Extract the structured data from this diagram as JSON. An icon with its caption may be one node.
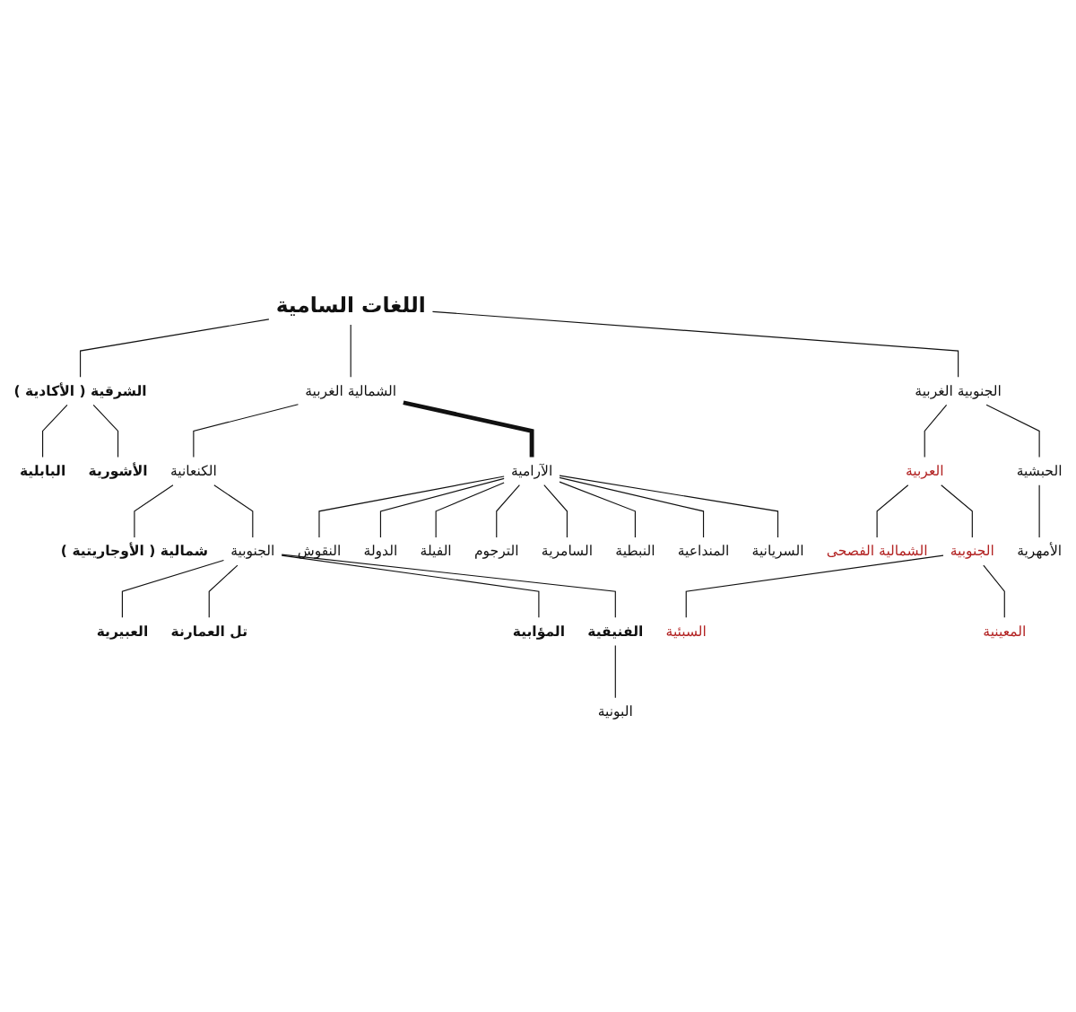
{
  "diagram": {
    "nodes": [
      {
        "text": [
          "اللغات السامية"
        ]
      },
      {
        "text": [
          "الشرقية ( الأكادية )"
        ]
      },
      {
        "text": [
          "الشمالية الغربية"
        ]
      },
      {
        "text": [
          "الجنوبية الغربية"
        ]
      },
      {
        "text": [
          "البابلية"
        ]
      },
      {
        "text": [
          "الأشورية"
        ]
      },
      {
        "text": [
          "الكنعانية"
        ]
      },
      {
        "text": [
          "العربية"
        ]
      },
      {
        "text": [
          "الحبشية"
        ]
      },
      {
        "text": [
          "شمالية ( الأوجاريتية )"
        ]
      },
      {
        "text": [
          "الجنوبية"
        ]
      },
      {
        "text": [
          "الأمهرية"
        ]
      },
      {
        "text": [
          "الشمالية الفصحى"
        ]
      },
      {
        "text": [
          "الجنوبية"
        ]
      },
      {
        "text": [
          "العبيرية"
        ]
      },
      {
        "text": [
          "تل العمارنة"
        ]
      },
      {
        "text": [
          "المؤابية"
        ]
      },
      {
        "text": [
          "الفنيقية"
        ]
      },
      {
        "text": [
          "المعينية"
        ]
      },
      {
        "text": [
          "السبئية"
        ]
      },
      {
        "text": [
          "البونية"
        ]
      },
      {
        "text": [
          "الآرامية"
        ]
      },
      {
        "text": [
          "النقوش"
        ]
      },
      {
        "text": [
          "الدولة"
        ]
      },
      {
        "text": [
          "الفيلة"
        ]
      },
      {
        "text": [
          "الترجوم"
        ]
      },
      {
        "text": [
          "السامرية"
        ]
      },
      {
        "text": [
          "النبطية"
        ]
      },
      {
        "text": [
          "المنداعية"
        ]
      },
      {
        "text": [
          "السريانية"
        ]
      }
    ],
    "edges": [
      {
        "from": 0,
        "to": 1,
        "arrow": "none"
      },
      {
        "from": 0,
        "to": 2,
        "arrow": "none"
      },
      {
        "from": 0,
        "to": 3,
        "arrow": "none"
      },
      {
        "from": 1,
        "to": 4,
        "arrow": "none"
      },
      {
        "from": 1,
        "to": 5,
        "arrow": "none"
      },
      {
        "from": 2,
        "to": 6,
        "arrow": "none"
      },
      {
        "from": 3,
        "to": 7,
        "arrow": "none"
      },
      {
        "from": 3,
        "to": 8,
        "arrow": "none"
      },
      {
        "from": 6,
        "to": 9,
        "arrow": "none"
      },
      {
        "from": 6,
        "to": 10,
        "arrow": "none"
      },
      {
        "from": 8,
        "to": 11,
        "arrow": "none"
      },
      {
        "from": 7,
        "to": 12,
        "arrow": "none"
      },
      {
        "from": 7,
        "to": 13,
        "arrow": "none"
      },
      {
        "from": 10,
        "to": 14,
        "arrow": "none"
      },
      {
        "from": 10,
        "to": 15,
        "arrow": "none"
      },
      {
        "from": 10,
        "to": 16,
        "arrow": "none"
      },
      {
        "from": 10,
        "to": 17,
        "arrow": "none"
      },
      {
        "from": 13,
        "to": 19,
        "arrow": "none"
      },
      {
        "from": 13,
        "to": 18,
        "arrow": "none"
      },
      {
        "from": 17,
        "to": 20,
        "arrow": "none"
      },
      {
        "from": 2,
        "to": 21,
        "arrow": "none",
        "style": "thick"
      },
      {
        "from": 21,
        "to": 22,
        "arrow": "none"
      },
      {
        "from": 21,
        "to": 23,
        "arrow": "none"
      },
      {
        "from": 21,
        "to": 24,
        "arrow": "none"
      },
      {
        "from": 21,
        "to": 25,
        "arrow": "none"
      },
      {
        "from": 21,
        "to": 26,
        "arrow": "none"
      },
      {
        "from": 21,
        "to": 27,
        "arrow": "none"
      },
      {
        "from": 21,
        "to": 28,
        "arrow": "none"
      },
      {
        "from": 21,
        "to": 29,
        "arrow": "none"
      }
    ]
  }
}
